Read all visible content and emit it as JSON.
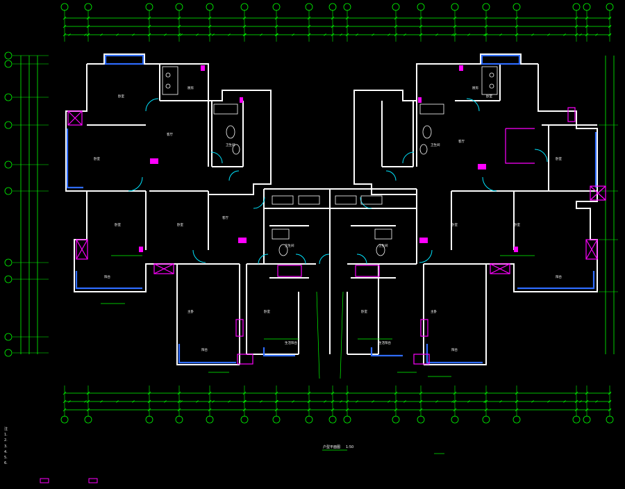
{
  "plan_title": "户型平面图",
  "plan_scale": "1:50",
  "room_tags": [
    "厨房",
    "卫生间",
    "卧室",
    "主卧",
    "客厅",
    "餐厅",
    "阳台",
    "生活阳台"
  ],
  "colors": {
    "background": "#000000",
    "wall": "#ffffff",
    "dimension": "#00ff00",
    "axis_bubble": "#00ff00",
    "glazing": "#2f6cff",
    "equipment": "#ff00ff",
    "annotation": "#00ffff",
    "fixture": "#ffff00"
  },
  "notes": [
    "1.",
    "2.",
    "3.",
    "4.",
    "5.",
    "6."
  ],
  "note_header": "注"
}
